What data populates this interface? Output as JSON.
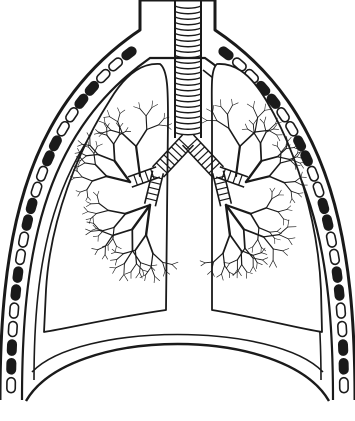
{
  "diagram": {
    "subject": "lungs-thoracic-cavity",
    "colors": {
      "line": "#1a1a1a",
      "fill": "#ffffff",
      "rib_solid": "#1a1a1a",
      "background": "#ffffff"
    },
    "rib_segments_per_side": 22,
    "bronchial_levels": 5
  }
}
